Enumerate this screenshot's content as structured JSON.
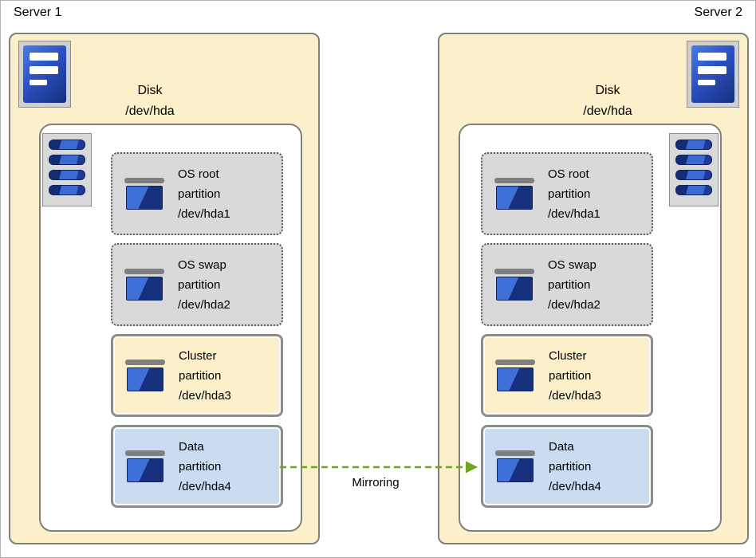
{
  "servers": [
    {
      "label": "Server 1",
      "disk_title": [
        "Disk",
        "/dev/hda"
      ],
      "partitions": [
        {
          "lines": [
            "OS root",
            "partition",
            "/dev/hda1"
          ],
          "type": "os"
        },
        {
          "lines": [
            "OS swap",
            "partition",
            "/dev/hda2"
          ],
          "type": "os"
        },
        {
          "lines": [
            "Cluster",
            "partition",
            "/dev/hda3"
          ],
          "type": "cluster"
        },
        {
          "lines": [
            "Data",
            "partition",
            "/dev/hda4"
          ],
          "type": "data"
        }
      ]
    },
    {
      "label": "Server 2",
      "disk_title": [
        "Disk",
        "/dev/hda"
      ],
      "partitions": [
        {
          "lines": [
            "OS root",
            "partition",
            "/dev/hda1"
          ],
          "type": "os"
        },
        {
          "lines": [
            "OS swap",
            "partition",
            "/dev/hda2"
          ],
          "type": "os"
        },
        {
          "lines": [
            "Cluster",
            "partition",
            "/dev/hda3"
          ],
          "type": "cluster"
        },
        {
          "lines": [
            "Data",
            "partition",
            "/dev/hda4"
          ],
          "type": "data"
        }
      ]
    }
  ],
  "arrow": {
    "label": "Mirroring",
    "style": "dashed"
  },
  "colors": {
    "cream": "#fbf0c9",
    "border-gray": "#7f7f7f",
    "partition-gray": "#d9d9d9",
    "partition-blue": "#c9dcf0",
    "icon-blue-dark": "#16307e",
    "icon-blue-light": "#3f6fd8",
    "arrow-green": "#6ca51e"
  }
}
